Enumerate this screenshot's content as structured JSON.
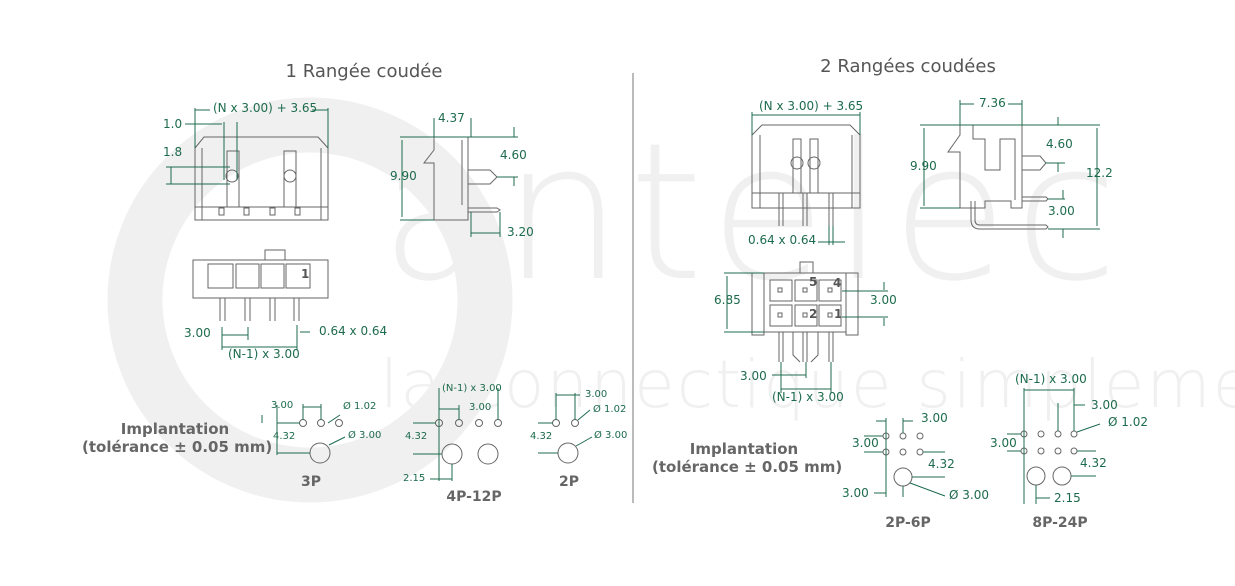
{
  "watermark": {
    "brand": "antelec",
    "tagline": "la connectique simplement"
  },
  "colors": {
    "dimension": "#1d6b4d",
    "outline": "#666666",
    "title": "#555555"
  },
  "left": {
    "title": "1 Rangée coudée",
    "front": {
      "width": "(N x 3.00) + 3.65",
      "d1": "1.0",
      "d2": "1.8"
    },
    "side": {
      "depth": "4.37",
      "pin_height": "4.60",
      "height": "9.90",
      "pin_len": "3.20"
    },
    "bottom": {
      "pin_pitch": "3.00",
      "pin_size": "0.64 x 0.64",
      "span": "(N-1) x 3.00",
      "pin1": "1"
    },
    "implantation": {
      "label1": "Implantation",
      "label2": "(tolérance ± 0.05 mm)",
      "p3": {
        "pitch": "3.00",
        "hole": "Ø 1.02",
        "offset": "4.32",
        "peg": "Ø 3.00",
        "name": "3P"
      },
      "p4_12": {
        "span": "(N-1) x 3.00",
        "pitch": "3.00",
        "offset": "4.32",
        "peg_offset": "2.15",
        "name": "4P-12P"
      },
      "p2": {
        "pitch": "3.00",
        "hole": "Ø 1.02",
        "offset": "4.32",
        "peg": "Ø 3.00",
        "name": "2P"
      }
    }
  },
  "right": {
    "title": "2 Rangées coudées",
    "front": {
      "width": "(N x 3.00) + 3.65",
      "pin_size": "0.64 x 0.64"
    },
    "side": {
      "depth": "7.36",
      "pin_height": "4.60",
      "height": "9.90",
      "total": "12.2",
      "row_pitch": "3.00"
    },
    "bottom": {
      "height": "6.85",
      "row_pitch": "3.00",
      "pin_pitch": "3.00",
      "span": "(N-1) x 3.00",
      "pins": [
        "5",
        "4",
        "2",
        "1"
      ]
    },
    "implantation": {
      "label1": "Implantation",
      "label2": "(tolérance ± 0.05 mm)",
      "p2_6": {
        "pitch": "3.00",
        "row_pitch": "3.00",
        "offset": "4.32",
        "peg_offset": "3.00",
        "peg": "Ø 3.00",
        "name": "2P-6P"
      },
      "p8_24": {
        "span": "(N-1) x 3.00",
        "pitch": "3.00",
        "hole": "Ø 1.02",
        "row_pitch": "3.00",
        "offset": "4.32",
        "peg_offset": "2.15",
        "name": "8P-24P"
      }
    }
  }
}
